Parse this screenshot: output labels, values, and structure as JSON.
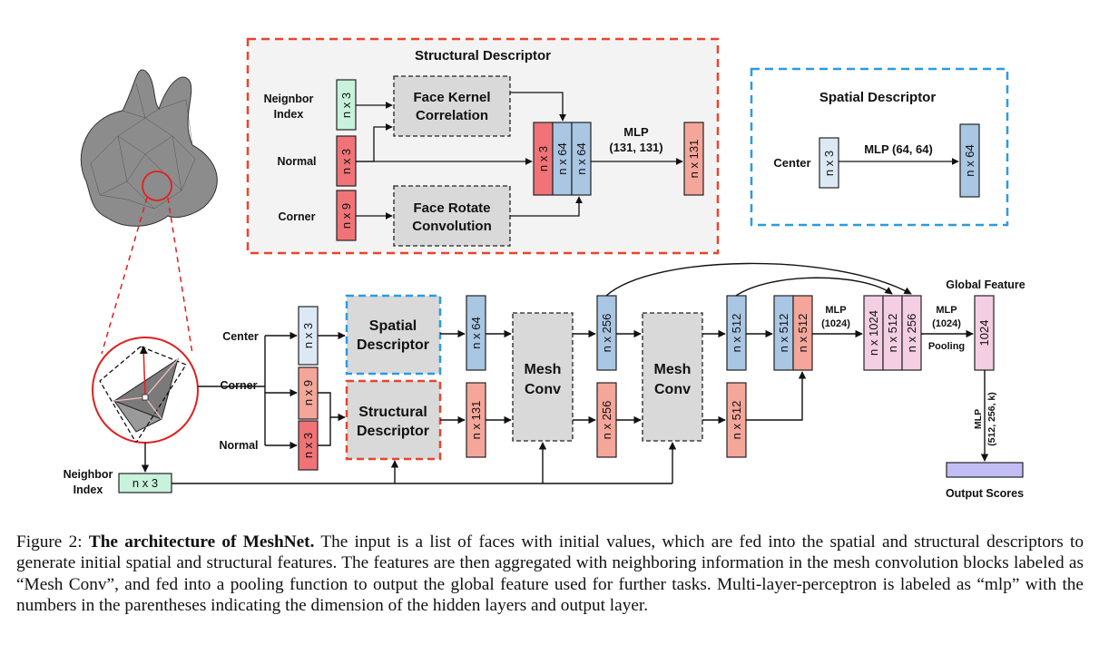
{
  "colors": {
    "red_dashed": "#e8452c",
    "blue_dashed": "#2b9be0",
    "panel_bg": "#f3f3f3",
    "gray_box": "#d9d9d9",
    "feat_red": "#f3a699",
    "feat_red_dark": "#ef7377",
    "feat_blue": "#a9c6e3",
    "feat_lightblue": "#dce9f5",
    "feat_green": "#c8f2dc",
    "feat_pink": "#f4cfe3",
    "output_purple": "#c2bdf5"
  },
  "structural_panel": {
    "title": "Structural Descriptor",
    "inputs": {
      "neighbor_index": [
        "Neignbor",
        "Index"
      ],
      "normal": "Normal",
      "corner": "Corner"
    },
    "dims": {
      "neighbor": "n x 3",
      "normal": "n x 3",
      "corner": "n x 9"
    },
    "face_kernel": [
      "Face Kernel",
      "Correlation"
    ],
    "face_rotate": [
      "Face Rotate",
      "Convolution"
    ],
    "concat": [
      "n x 3",
      "n x 64",
      "n x 64"
    ],
    "mlp": [
      "MLP",
      "(131, 131)"
    ],
    "output": "n x 131"
  },
  "spatial_panel": {
    "title": "Spatial Descriptor",
    "input_label": "Center",
    "input_dim": "n x 3",
    "mlp": "MLP (64, 64)",
    "output": "n x 64"
  },
  "main": {
    "inputs": {
      "center": "Center",
      "corner": "Corner",
      "normal": "Normal",
      "neighbor": [
        "Neighbor",
        "Index"
      ]
    },
    "in_dims": {
      "center": "n x 3",
      "corner": "n x 9",
      "normal": "n x 3",
      "neighbor": "n x 3"
    },
    "spatial_box": [
      "Spatial",
      "Descriptor"
    ],
    "structural_box": [
      "Structural",
      "Descriptor"
    ],
    "feat1": {
      "top": "n x 64",
      "bottom": "n x 131"
    },
    "meshconv": [
      "Mesh",
      "Conv"
    ],
    "feat2": {
      "top": "n x 256",
      "bottom": "n x 256"
    },
    "feat3": {
      "top": "n x 512",
      "bottom": "n x 512"
    },
    "concat4": [
      "n x 512",
      "n x 512"
    ],
    "mlp1": [
      "MLP",
      "(1024)"
    ],
    "concat5": [
      "n x 1024",
      "n x 512",
      "n x 256"
    ],
    "mlp2": [
      "MLP",
      "(1024)",
      "Pooling"
    ],
    "global_label": "Global Feature",
    "global_dim": "1024",
    "mlp3": [
      "MLP",
      "(512, 256, k)"
    ],
    "output_label": "Output Scores"
  },
  "caption": {
    "prefix": "Figure 2: ",
    "bold": "The architecture of MeshNet.",
    "text": " The input is a list of faces with initial values, which are fed into the spatial and structural descriptors to generate initial spatial and structural features. The features are then aggregated with neighboring information in the mesh convolution blocks labeled as “Mesh Conv”, and fed into a pooling function to output the global feature used for further tasks. Multi-layer-perceptron is labeled as “mlp” with the numbers in the parentheses indicating the dimension of the hidden layers and output layer."
  }
}
